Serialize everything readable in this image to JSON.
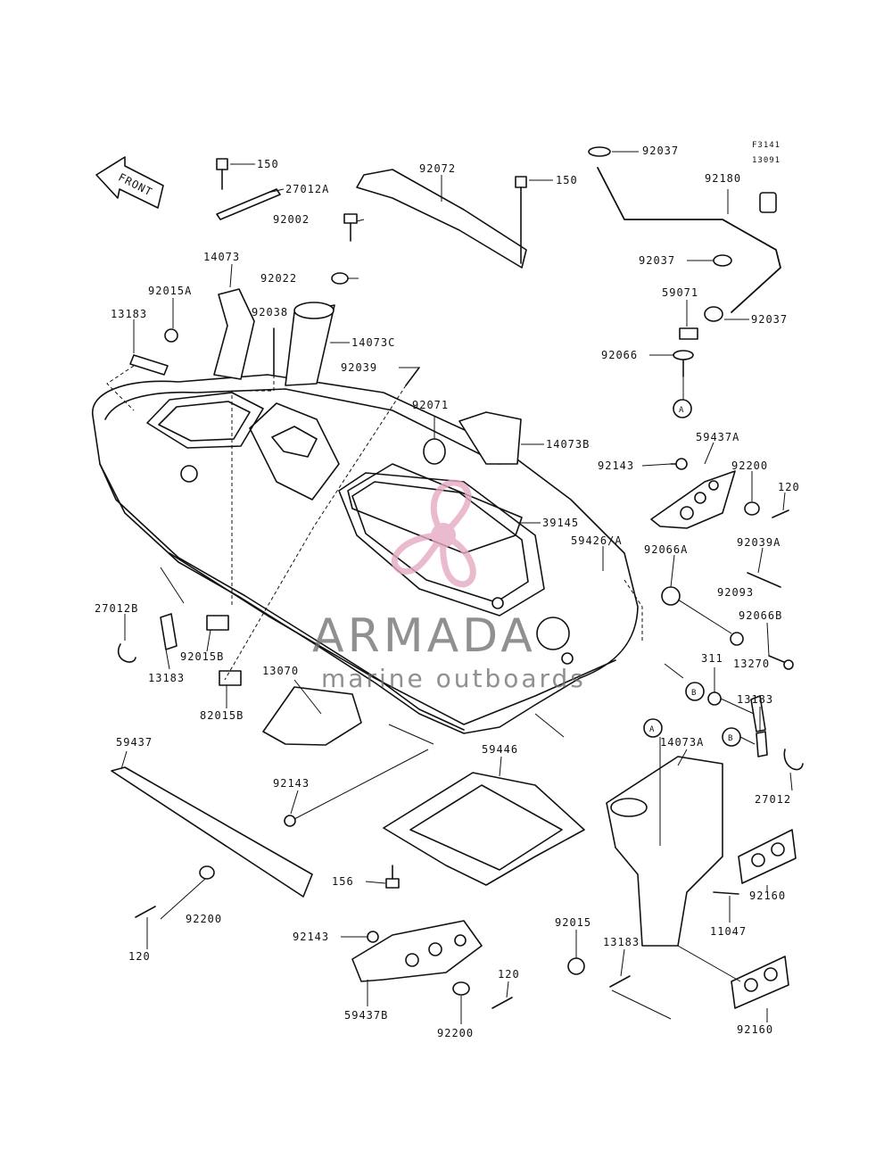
{
  "diagram": {
    "code": "F3141",
    "front_label": "FRONT",
    "parts": {
      "p150a": "150",
      "p27012a": "27012A",
      "p92002": "92002",
      "p92022": "92022",
      "p14073": "14073",
      "p92038": "92038",
      "p14073c": "14073C",
      "p92039": "92039",
      "p92015a": "92015A",
      "p13183a": "13183",
      "p92072": "92072",
      "p150b": "150",
      "p92037a": "92037",
      "p13091": "13091",
      "p92180": "92180",
      "p92037b": "92037",
      "p59071": "59071",
      "p92037c": "92037",
      "p92066": "92066",
      "p92071": "92071",
      "p14073b": "14073B",
      "p92143a": "92143",
      "p59437a": "59437A",
      "p92200a": "92200",
      "p120a": "120",
      "p39145": "39145",
      "p59426": "59426/A",
      "p92066a": "92066A",
      "p92039a": "92039A",
      "p92093": "92093",
      "p92066b": "92066B",
      "p27012b": "27012B",
      "p13183b": "13183",
      "p92015b": "92015B",
      "p82015b": "82015B",
      "p13070": "13070",
      "p311": "311",
      "p13270": "13270",
      "p13183c": "13183",
      "p27012": "27012",
      "p59437": "59437",
      "p92143b": "92143",
      "p59446": "59446",
      "p14073a": "14073A",
      "p156": "156",
      "p92160a": "92160",
      "p11047": "11047",
      "p92200b": "92200",
      "p120b": "120",
      "p92143c": "92143",
      "p59437b": "59437B",
      "p92015": "92015",
      "p13183d": "13183",
      "p120c": "120",
      "p92200c": "92200",
      "p92160b": "92160"
    },
    "callouts": {
      "a": "A",
      "b": "B"
    }
  },
  "watermark": {
    "brand": "ARMADA",
    "tagline": "marine outboards",
    "accent_color": "#e6a9c4"
  }
}
